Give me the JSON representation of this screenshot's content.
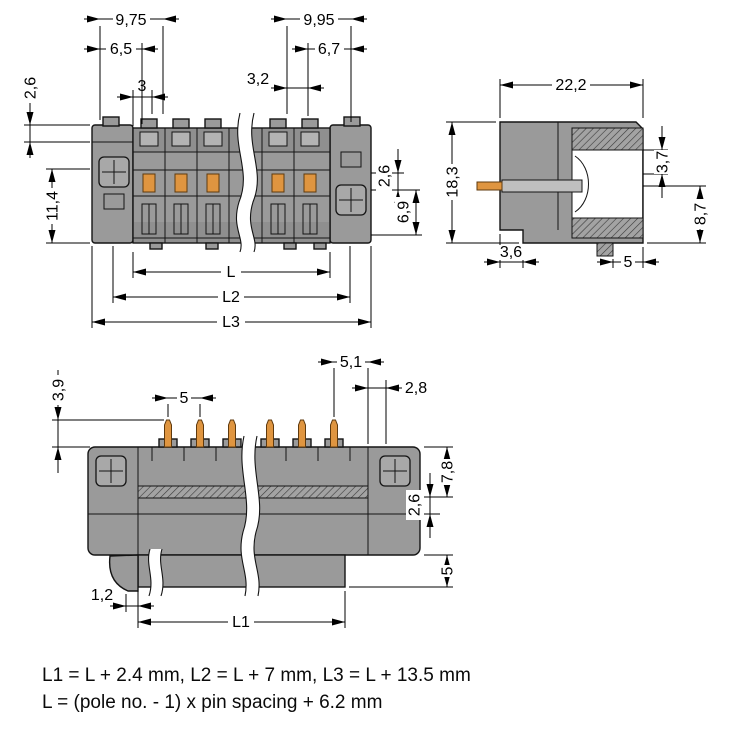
{
  "front": {
    "d975": "9,75",
    "d65": "6,5",
    "d3": "3",
    "d26_left": "2,6",
    "d114": "11,4",
    "d995": "9,95",
    "d67": "6,7",
    "d32": "3,2",
    "d26_right": "2,6",
    "d69": "6,9",
    "dL": "L",
    "dL2": "L2",
    "dL3": "L3"
  },
  "side": {
    "d222": "22,2",
    "d183": "18,3",
    "d37": "3,7",
    "d87": "8,7",
    "d36": "3,6",
    "d5": "5"
  },
  "bottom": {
    "d51": "5,1",
    "d28": "2,8",
    "d39": "3,9",
    "d5_pitch": "5",
    "d78": "7,8",
    "d26": "2,6",
    "d5_height": "5",
    "d12": "1,2",
    "dL1": "L1"
  },
  "formulas": {
    "line1": "L1 = L + 2.4 mm, L2 = L + 7 mm, L3 = L + 13.5 mm",
    "line2": "L = (pole no. - 1) x pin spacing + 6.2 mm"
  },
  "colors": {
    "body": "#9a9a9a",
    "body_shade": "#8f8f8f",
    "contact_orange": "#df9540",
    "line": "#141414",
    "background": "#ffffff"
  }
}
